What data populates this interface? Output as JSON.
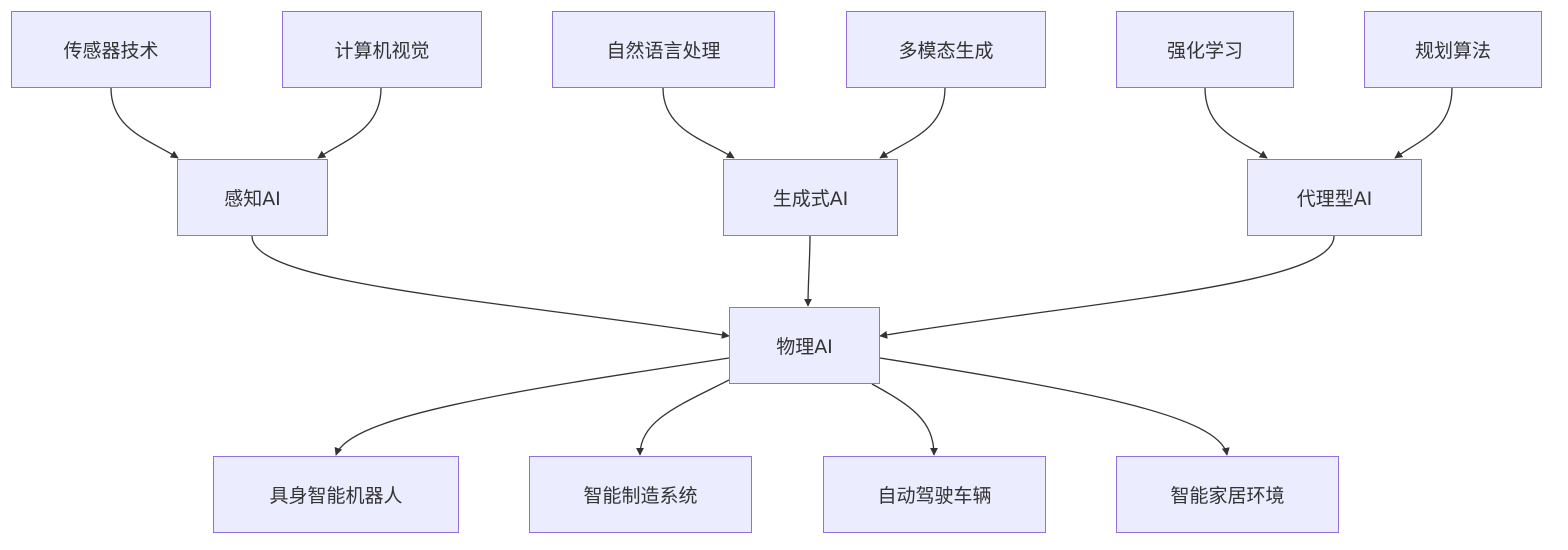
{
  "nodes": {
    "sensor": "传感器技术",
    "cv": "计算机视觉",
    "nlp": "自然语言处理",
    "multimodal": "多模态生成",
    "rl": "强化学习",
    "planning": "规划算法",
    "perception": "感知AI",
    "generative": "生成式AI",
    "agentic": "代理型AI",
    "physical": "物理AI",
    "robot": "具身智能机器人",
    "manufacturing": "智能制造系统",
    "autonomous": "自动驾驶车辆",
    "smarthome": "智能家居环境"
  },
  "edges": [
    {
      "from": "sensor",
      "to": "perception"
    },
    {
      "from": "cv",
      "to": "perception"
    },
    {
      "from": "nlp",
      "to": "generative"
    },
    {
      "from": "multimodal",
      "to": "generative"
    },
    {
      "from": "rl",
      "to": "agentic"
    },
    {
      "from": "planning",
      "to": "agentic"
    },
    {
      "from": "perception",
      "to": "physical"
    },
    {
      "from": "generative",
      "to": "physical"
    },
    {
      "from": "agentic",
      "to": "physical"
    },
    {
      "from": "physical",
      "to": "robot"
    },
    {
      "from": "physical",
      "to": "manufacturing"
    },
    {
      "from": "physical",
      "to": "autonomous"
    },
    {
      "from": "physical",
      "to": "smarthome"
    }
  ],
  "style": {
    "node_fill": "#ECECFF",
    "node_border": "#9370DB",
    "edge_color": "#333333",
    "text_color": "#333333"
  }
}
